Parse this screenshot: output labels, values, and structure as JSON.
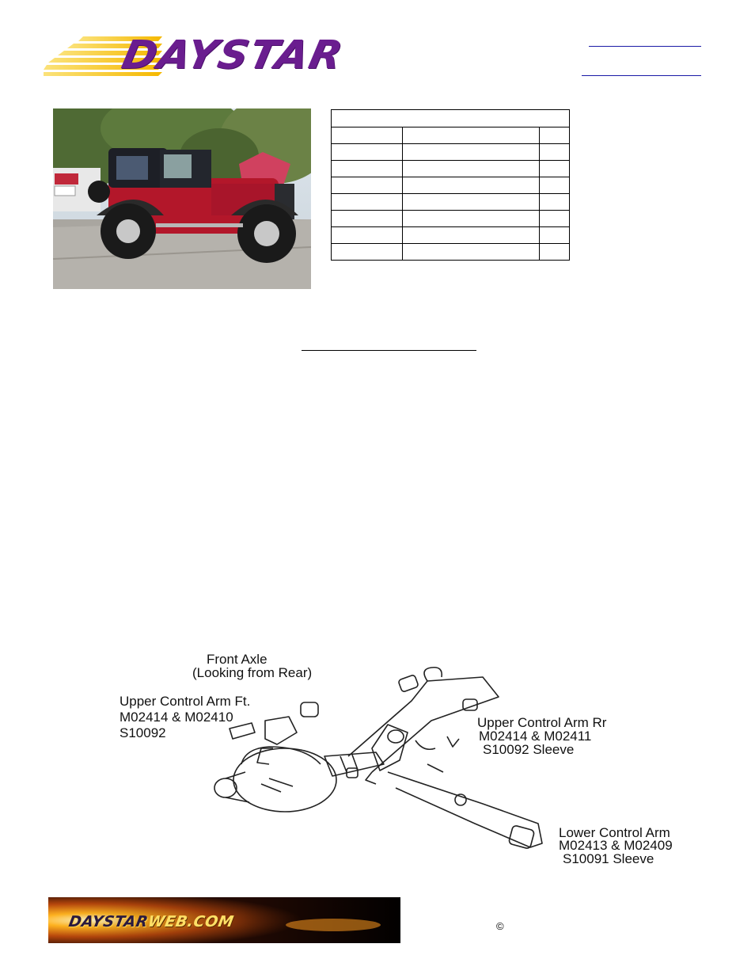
{
  "header": {
    "logo_text": "DAYSTAR",
    "logo_color": "#6a1d8f",
    "stripe_color": "#f5b800"
  },
  "photo": {
    "subject": "red-jeep-wrangler",
    "body_color": "#b3172a"
  },
  "spec_table": {
    "rows": 8,
    "columns": 3
  },
  "diagram": {
    "labels": {
      "front_axle": [
        "Front Axle",
        "(Looking from Rear)"
      ],
      "upper_front": [
        "Upper Control Arm Ft.",
        "M02414 & M02410",
        "S10092"
      ],
      "upper_rear": [
        "Upper Control Arm Rr",
        "M02414 & M02411",
        "S10092 Sleeve"
      ],
      "lower": [
        "Lower Control Arm",
        "M02413 & M02409",
        "S10091 Sleeve"
      ]
    }
  },
  "footer": {
    "banner_text_a": "DAYSTAR",
    "banner_text_b": "WEB.COM",
    "copyright_symbol": "©"
  }
}
